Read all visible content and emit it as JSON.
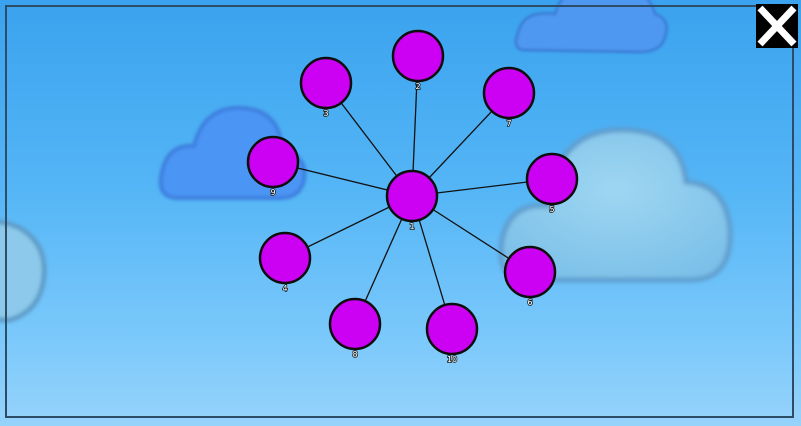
{
  "game": {
    "center_node": "1",
    "nodes": [
      "1",
      "2",
      "3",
      "7",
      "9",
      "5",
      "4",
      "6",
      "8",
      "10"
    ],
    "edges": [
      [
        "1",
        "2"
      ],
      [
        "1",
        "3"
      ],
      [
        "1",
        "7"
      ],
      [
        "1",
        "9"
      ],
      [
        "1",
        "5"
      ],
      [
        "1",
        "4"
      ],
      [
        "1",
        "6"
      ],
      [
        "1",
        "8"
      ],
      [
        "1",
        "10"
      ]
    ]
  },
  "colors": {
    "node_fill": "#cc00f3",
    "node_stroke": "#0d0d0d",
    "edge": "#111111",
    "sky_top": "#3aa2ee",
    "sky_bottom": "#96d3fb",
    "close_bg": "#000000",
    "close_x": "#ffffff"
  },
  "icons": {
    "close": "close-icon",
    "cloud": "cloud-icon"
  }
}
